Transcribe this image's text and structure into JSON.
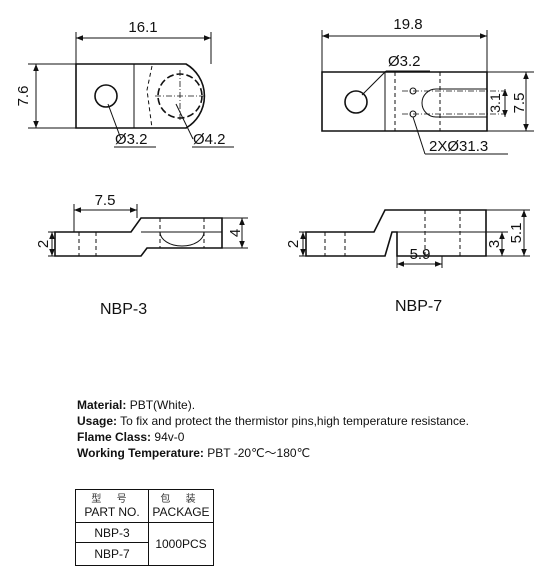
{
  "parts": {
    "nbp3": {
      "name": "NBP-3",
      "top_view": {
        "length": "16.1",
        "width": "7.6",
        "hole_small": "Ø3.2",
        "hole_large": "Ø4.2"
      },
      "side_view": {
        "offset": "7.5",
        "thickness": "2",
        "height": "4"
      }
    },
    "nbp7": {
      "name": "NBP-7",
      "top_view": {
        "length": "19.8",
        "width": "7.5",
        "hole": "Ø3.2",
        "slot_width": "3.1",
        "pin_holes": "2XØ31.3"
      },
      "side_view": {
        "thickness": "2",
        "step_width": "5.9",
        "inner_height": "3",
        "outer_height": "5.1"
      }
    }
  },
  "specs": {
    "material_label": "Material:",
    "material_value": "PBT(White).",
    "usage_label": "Usage:",
    "usage_value": "To fix and protect the thermistor pins,high temperature resistance.",
    "flame_label": "Flame Class:",
    "flame_value": "94v-0",
    "temp_label": "Working Temperature:",
    "temp_value": "PBT  -20℃～180℃"
  },
  "table": {
    "col1_cn": "型 号",
    "col1_en": "PART NO.",
    "col2_cn": "包 装",
    "col2_en": "PACKAGE",
    "rows": [
      "NBP-3",
      "NBP-7"
    ],
    "package": "1000PCS"
  }
}
